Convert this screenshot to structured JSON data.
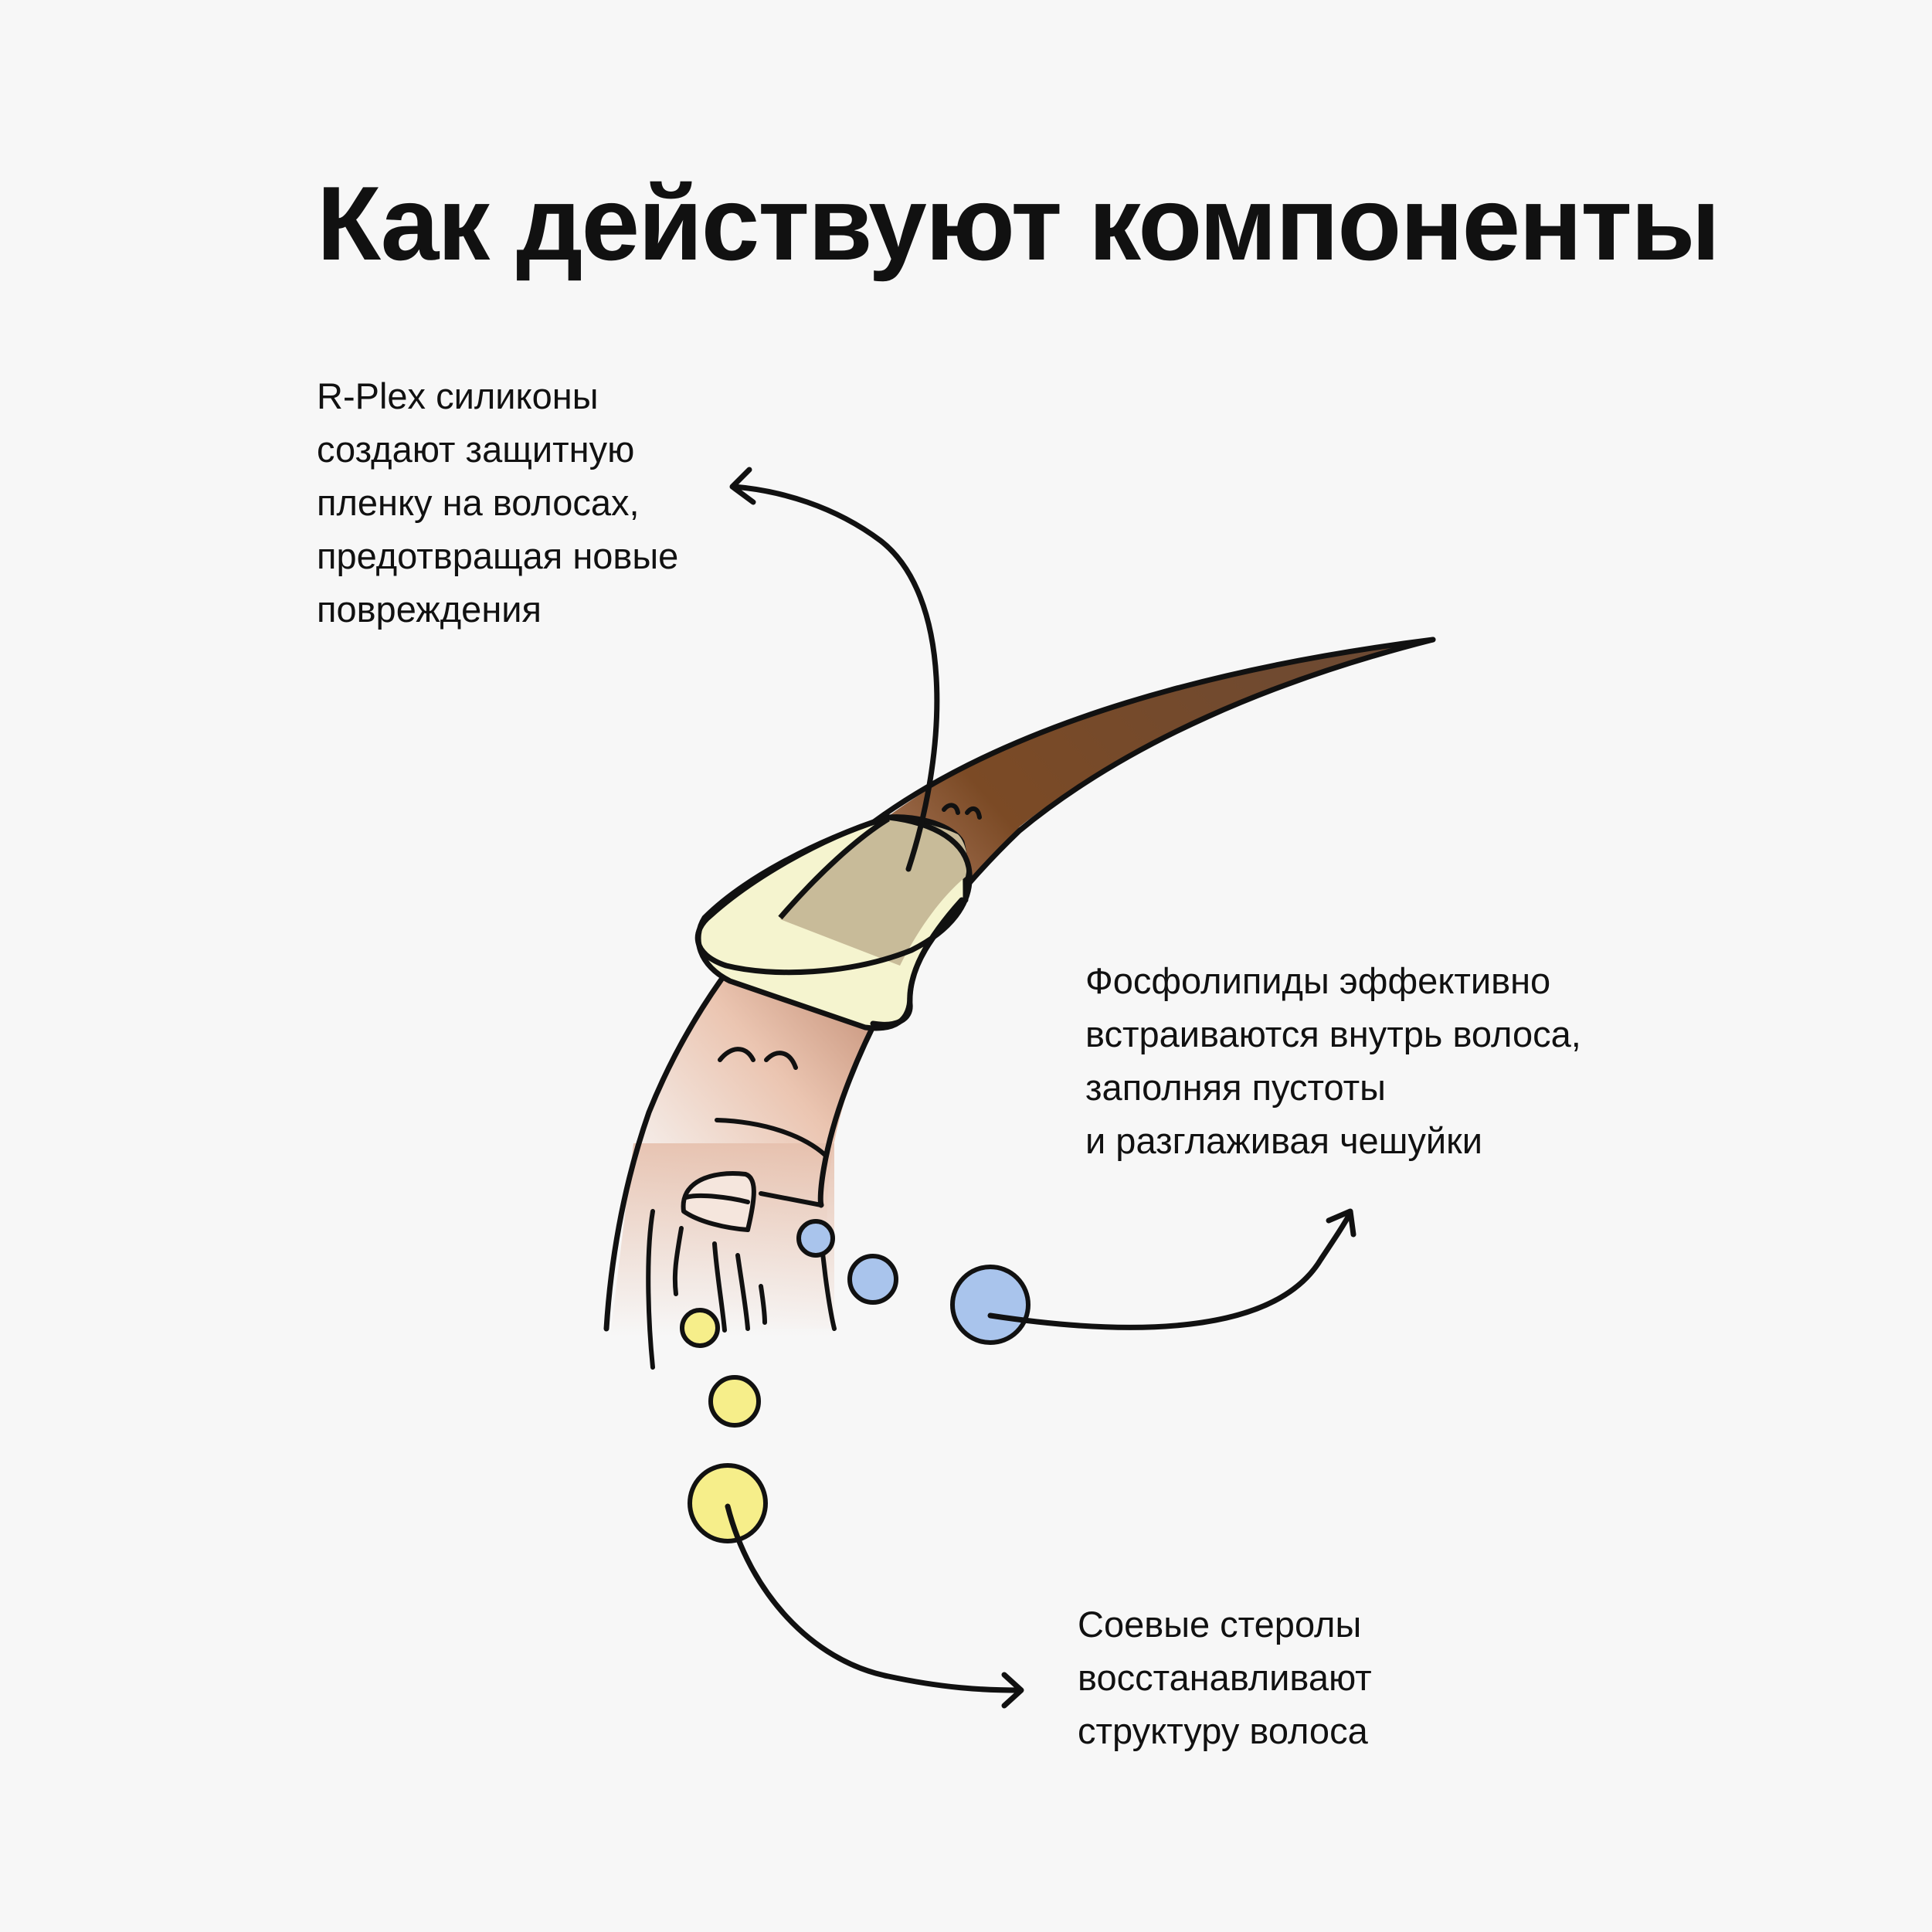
{
  "title": "Как действуют компоненты",
  "callouts": {
    "silicones": {
      "lines": [
        "R-Plex силиконы",
        "создают защитную",
        "пленку на волосах,",
        "предотвращая новые",
        "повреждения"
      ],
      "color": "#f5f4cf"
    },
    "phospholipids": {
      "lines": [
        "Фосфолипиды эффективно",
        "встраиваются внутрь волоса,",
        "заполняя пустоты",
        "и разглаживая чешуйки"
      ],
      "color": "#a9c4ec"
    },
    "sterols": {
      "lines": [
        "Соевые стеролы",
        "восстанавливают",
        "структуру волоса"
      ],
      "color": "#f6ee8a"
    }
  },
  "colors": {
    "background": "#f7f7f7",
    "outline": "#111111",
    "hair_dark": "#7a4a2a",
    "hair_light": "#e9c3b0",
    "film_inside": "#c8bb99"
  }
}
